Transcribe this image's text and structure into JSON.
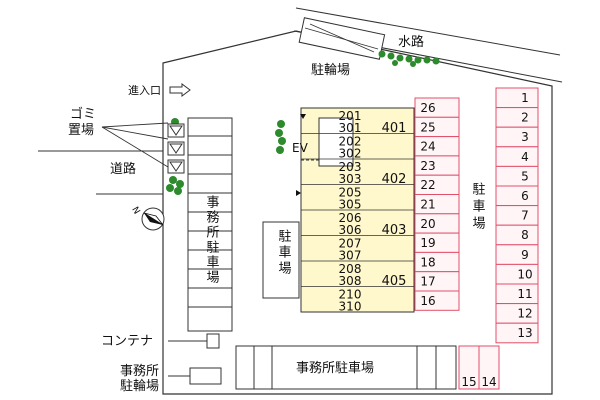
{
  "labels": {
    "waterway": "水路",
    "bicycle_parking": "駐輪場",
    "entrance": "進入口",
    "garbage_line1": "ゴミ",
    "garbage_line2": "置場",
    "road": "道路",
    "ev": "EV",
    "office_parking_vertical": "事務所駐車場",
    "parking_box_vertical": "駐車場",
    "parking_right": "駐車場",
    "office_parking_bottom": "事務所駐車場",
    "container": "コンテナ",
    "office_bike_line1": "事務所",
    "office_bike_line2": "駐輪場",
    "north": "N"
  },
  "units": [
    {
      "upper": "201",
      "lower": "301",
      "pair": "401"
    },
    {
      "upper": "202",
      "lower": "302",
      "pair": ""
    },
    {
      "upper": "203",
      "lower": "303",
      "pair": "402"
    },
    {
      "upper": "205",
      "lower": "305",
      "pair": ""
    },
    {
      "upper": "206",
      "lower": "306",
      "pair": "403"
    },
    {
      "upper": "207",
      "lower": "307",
      "pair": ""
    },
    {
      "upper": "208",
      "lower": "308",
      "pair": "405"
    },
    {
      "upper": "210",
      "lower": "310",
      "pair": ""
    }
  ],
  "parking_middle": [
    "26",
    "25",
    "24",
    "23",
    "22",
    "21",
    "20",
    "19",
    "18",
    "17",
    "16"
  ],
  "parking_right_column": [
    "1",
    "2",
    "3",
    "4",
    "5",
    "6",
    "7",
    "8",
    "9",
    "10",
    "11",
    "12",
    "13"
  ],
  "parking_bottom": [
    "15",
    "14"
  ],
  "colors": {
    "building": "#fff8cc",
    "parking_stroke": "#e0506a",
    "parking_fill": "#fff5f7",
    "tree": "#2d8a2d",
    "line": "#333333"
  }
}
